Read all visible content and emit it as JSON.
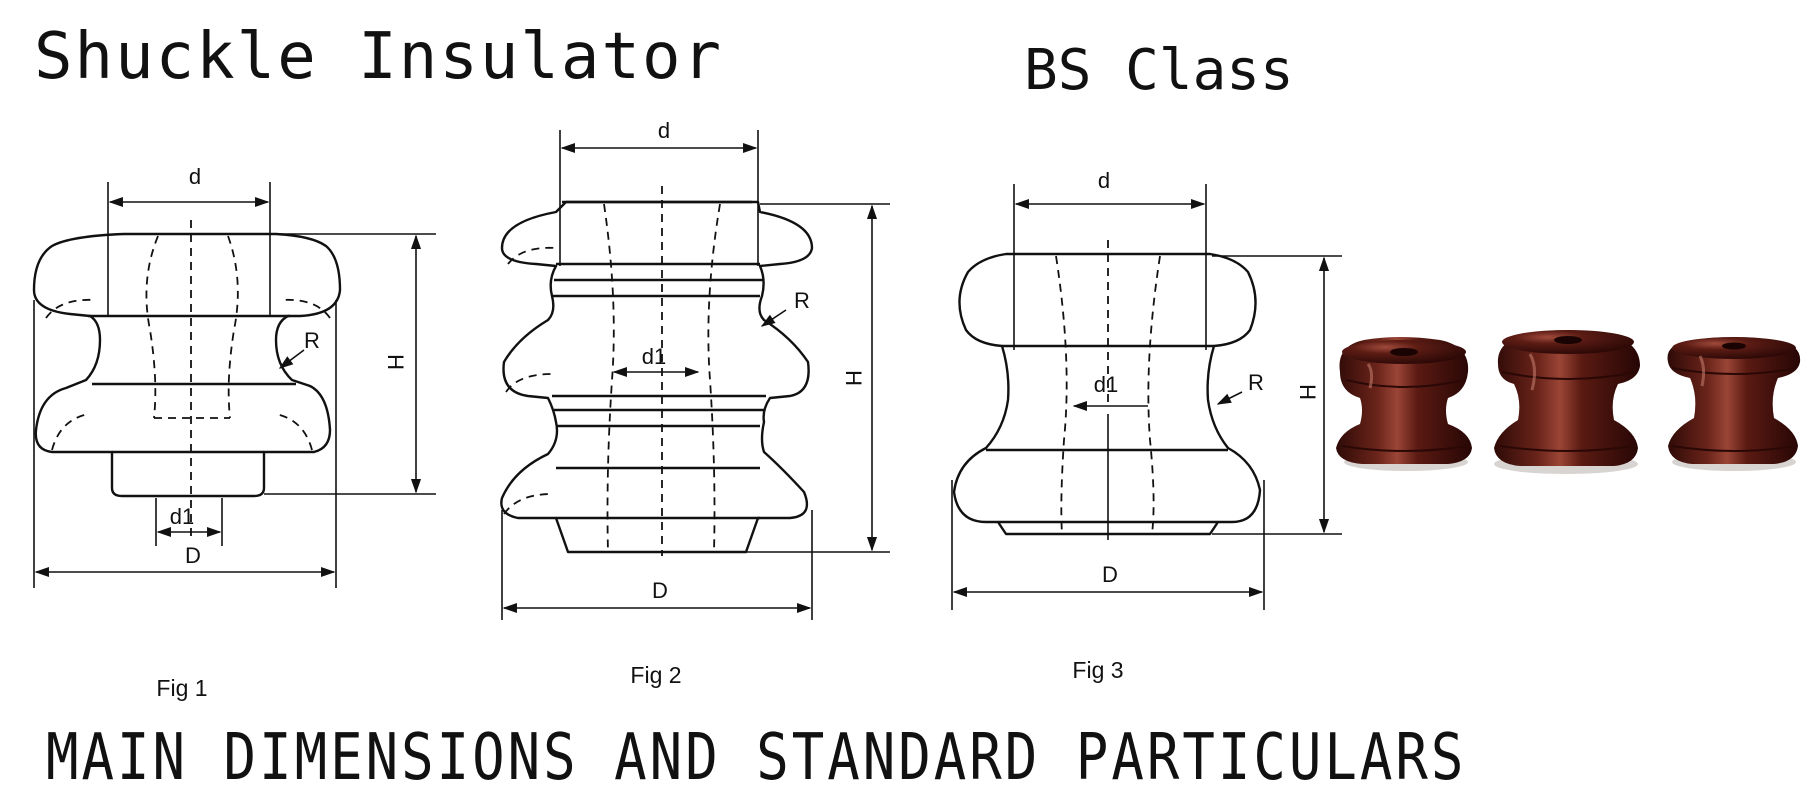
{
  "header": {
    "title": "Shuckle Insulator",
    "class_label": "BS Class"
  },
  "figures": [
    {
      "caption": "Fig 1",
      "dims": {
        "top_diameter": "d",
        "hole_diameter": "d1",
        "base_diameter": "D",
        "height": "H",
        "radius": "R"
      }
    },
    {
      "caption": "Fig 2",
      "dims": {
        "top_diameter": "d",
        "hole_diameter": "d1",
        "base_diameter": "D",
        "height": "H",
        "radius": "R"
      }
    },
    {
      "caption": "Fig 3",
      "dims": {
        "top_diameter": "d",
        "hole_diameter": "d1",
        "base_diameter": "D",
        "height": "H",
        "radius": "R"
      }
    }
  ],
  "photo": {
    "subject": "three brown porcelain shackle insulators",
    "glaze_color": "#4a1510"
  },
  "footer": {
    "title": "MAIN DIMENSIONS AND STANDARD PARTICULARS"
  }
}
